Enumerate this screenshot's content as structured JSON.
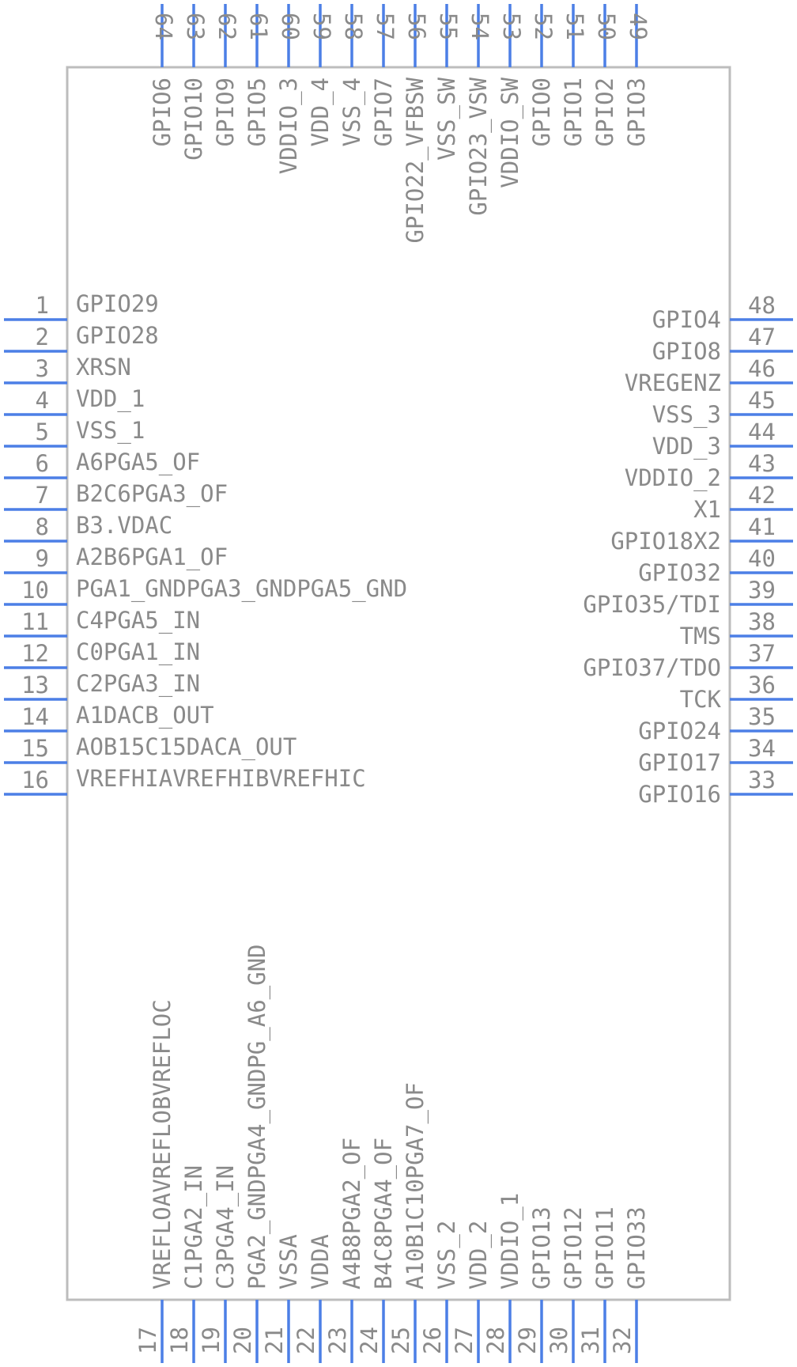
{
  "colors": {
    "pin": "#4c7fe6",
    "body_outline": "#bdbdbd",
    "text": "#8a8a8a",
    "background": "#ffffff"
  },
  "pins": {
    "left": [
      {
        "number": "1",
        "name": "GPIO29"
      },
      {
        "number": "2",
        "name": "GPIO28"
      },
      {
        "number": "3",
        "name": "XRSN"
      },
      {
        "number": "4",
        "name": "VDD_1"
      },
      {
        "number": "5",
        "name": "VSS_1"
      },
      {
        "number": "6",
        "name": "A6PGA5_OF"
      },
      {
        "number": "7",
        "name": "B2C6PGA3_OF"
      },
      {
        "number": "8",
        "name": "B3.VDAC"
      },
      {
        "number": "9",
        "name": "A2B6PGA1_OF"
      },
      {
        "number": "10",
        "name": "PGA1_GNDPGA3_GNDPGA5_GND"
      },
      {
        "number": "11",
        "name": "C4PGA5_IN"
      },
      {
        "number": "12",
        "name": "C0PGA1_IN"
      },
      {
        "number": "13",
        "name": "C2PGA3_IN"
      },
      {
        "number": "14",
        "name": "A1DACB_OUT"
      },
      {
        "number": "15",
        "name": "AOB15C15DACA_OUT"
      },
      {
        "number": "16",
        "name": "VREFHIAVREFHIBVREFHIC"
      }
    ],
    "bottom": [
      {
        "number": "17",
        "name": "VREFLOAVREFLOBVREFLOC"
      },
      {
        "number": "18",
        "name": "C1PGA2_IN"
      },
      {
        "number": "19",
        "name": "C3PGA4_IN"
      },
      {
        "number": "20",
        "name": "PGA2_GNDPGA4_GNDPG_A6_GND"
      },
      {
        "number": "21",
        "name": "VSSA"
      },
      {
        "number": "22",
        "name": "VDDA"
      },
      {
        "number": "23",
        "name": "A4B8PGA2_OF"
      },
      {
        "number": "24",
        "name": "B4C8PGA4_OF"
      },
      {
        "number": "25",
        "name": "A10B1C10PGA7_OF"
      },
      {
        "number": "26",
        "name": "VSS_2"
      },
      {
        "number": "27",
        "name": "VDD_2"
      },
      {
        "number": "28",
        "name": "VDDIO_1"
      },
      {
        "number": "29",
        "name": "GPIO13"
      },
      {
        "number": "30",
        "name": "GPIO12"
      },
      {
        "number": "31",
        "name": "GPIO11"
      },
      {
        "number": "32",
        "name": "GPIO33"
      }
    ],
    "right": [
      {
        "number": "33",
        "name": "GPIO16"
      },
      {
        "number": "34",
        "name": "GPIO17"
      },
      {
        "number": "35",
        "name": "GPIO24"
      },
      {
        "number": "36",
        "name": "TCK"
      },
      {
        "number": "37",
        "name": "GPIO37/TDO"
      },
      {
        "number": "38",
        "name": "TMS"
      },
      {
        "number": "39",
        "name": "GPIO35/TDI"
      },
      {
        "number": "40",
        "name": "GPIO32"
      },
      {
        "number": "41",
        "name": "GPIO18X2"
      },
      {
        "number": "42",
        "name": "X1"
      },
      {
        "number": "43",
        "name": "VDDIO_2"
      },
      {
        "number": "44",
        "name": "VDD_3"
      },
      {
        "number": "45",
        "name": "VSS_3"
      },
      {
        "number": "46",
        "name": "VREGENZ"
      },
      {
        "number": "47",
        "name": "GPIO8"
      },
      {
        "number": "48",
        "name": "GPIO4"
      }
    ],
    "top": [
      {
        "number": "49",
        "name": "GPIO3"
      },
      {
        "number": "50",
        "name": "GPIO2"
      },
      {
        "number": "51",
        "name": "GPIO1"
      },
      {
        "number": "52",
        "name": "GPIO0"
      },
      {
        "number": "53",
        "name": "VDDIO_SW"
      },
      {
        "number": "54",
        "name": "GPIO23_VSW"
      },
      {
        "number": "55",
        "name": "VSS_SW"
      },
      {
        "number": "56",
        "name": "GPIO22_VFBSW"
      },
      {
        "number": "57",
        "name": "GPIO7"
      },
      {
        "number": "58",
        "name": "VSS_4"
      },
      {
        "number": "59",
        "name": "VDD_4"
      },
      {
        "number": "60",
        "name": "VDDIO_3"
      },
      {
        "number": "61",
        "name": "GPIO5"
      },
      {
        "number": "62",
        "name": "GPIO9"
      },
      {
        "number": "63",
        "name": "GPIO10"
      },
      {
        "number": "64",
        "name": "GPIO6"
      }
    ]
  }
}
